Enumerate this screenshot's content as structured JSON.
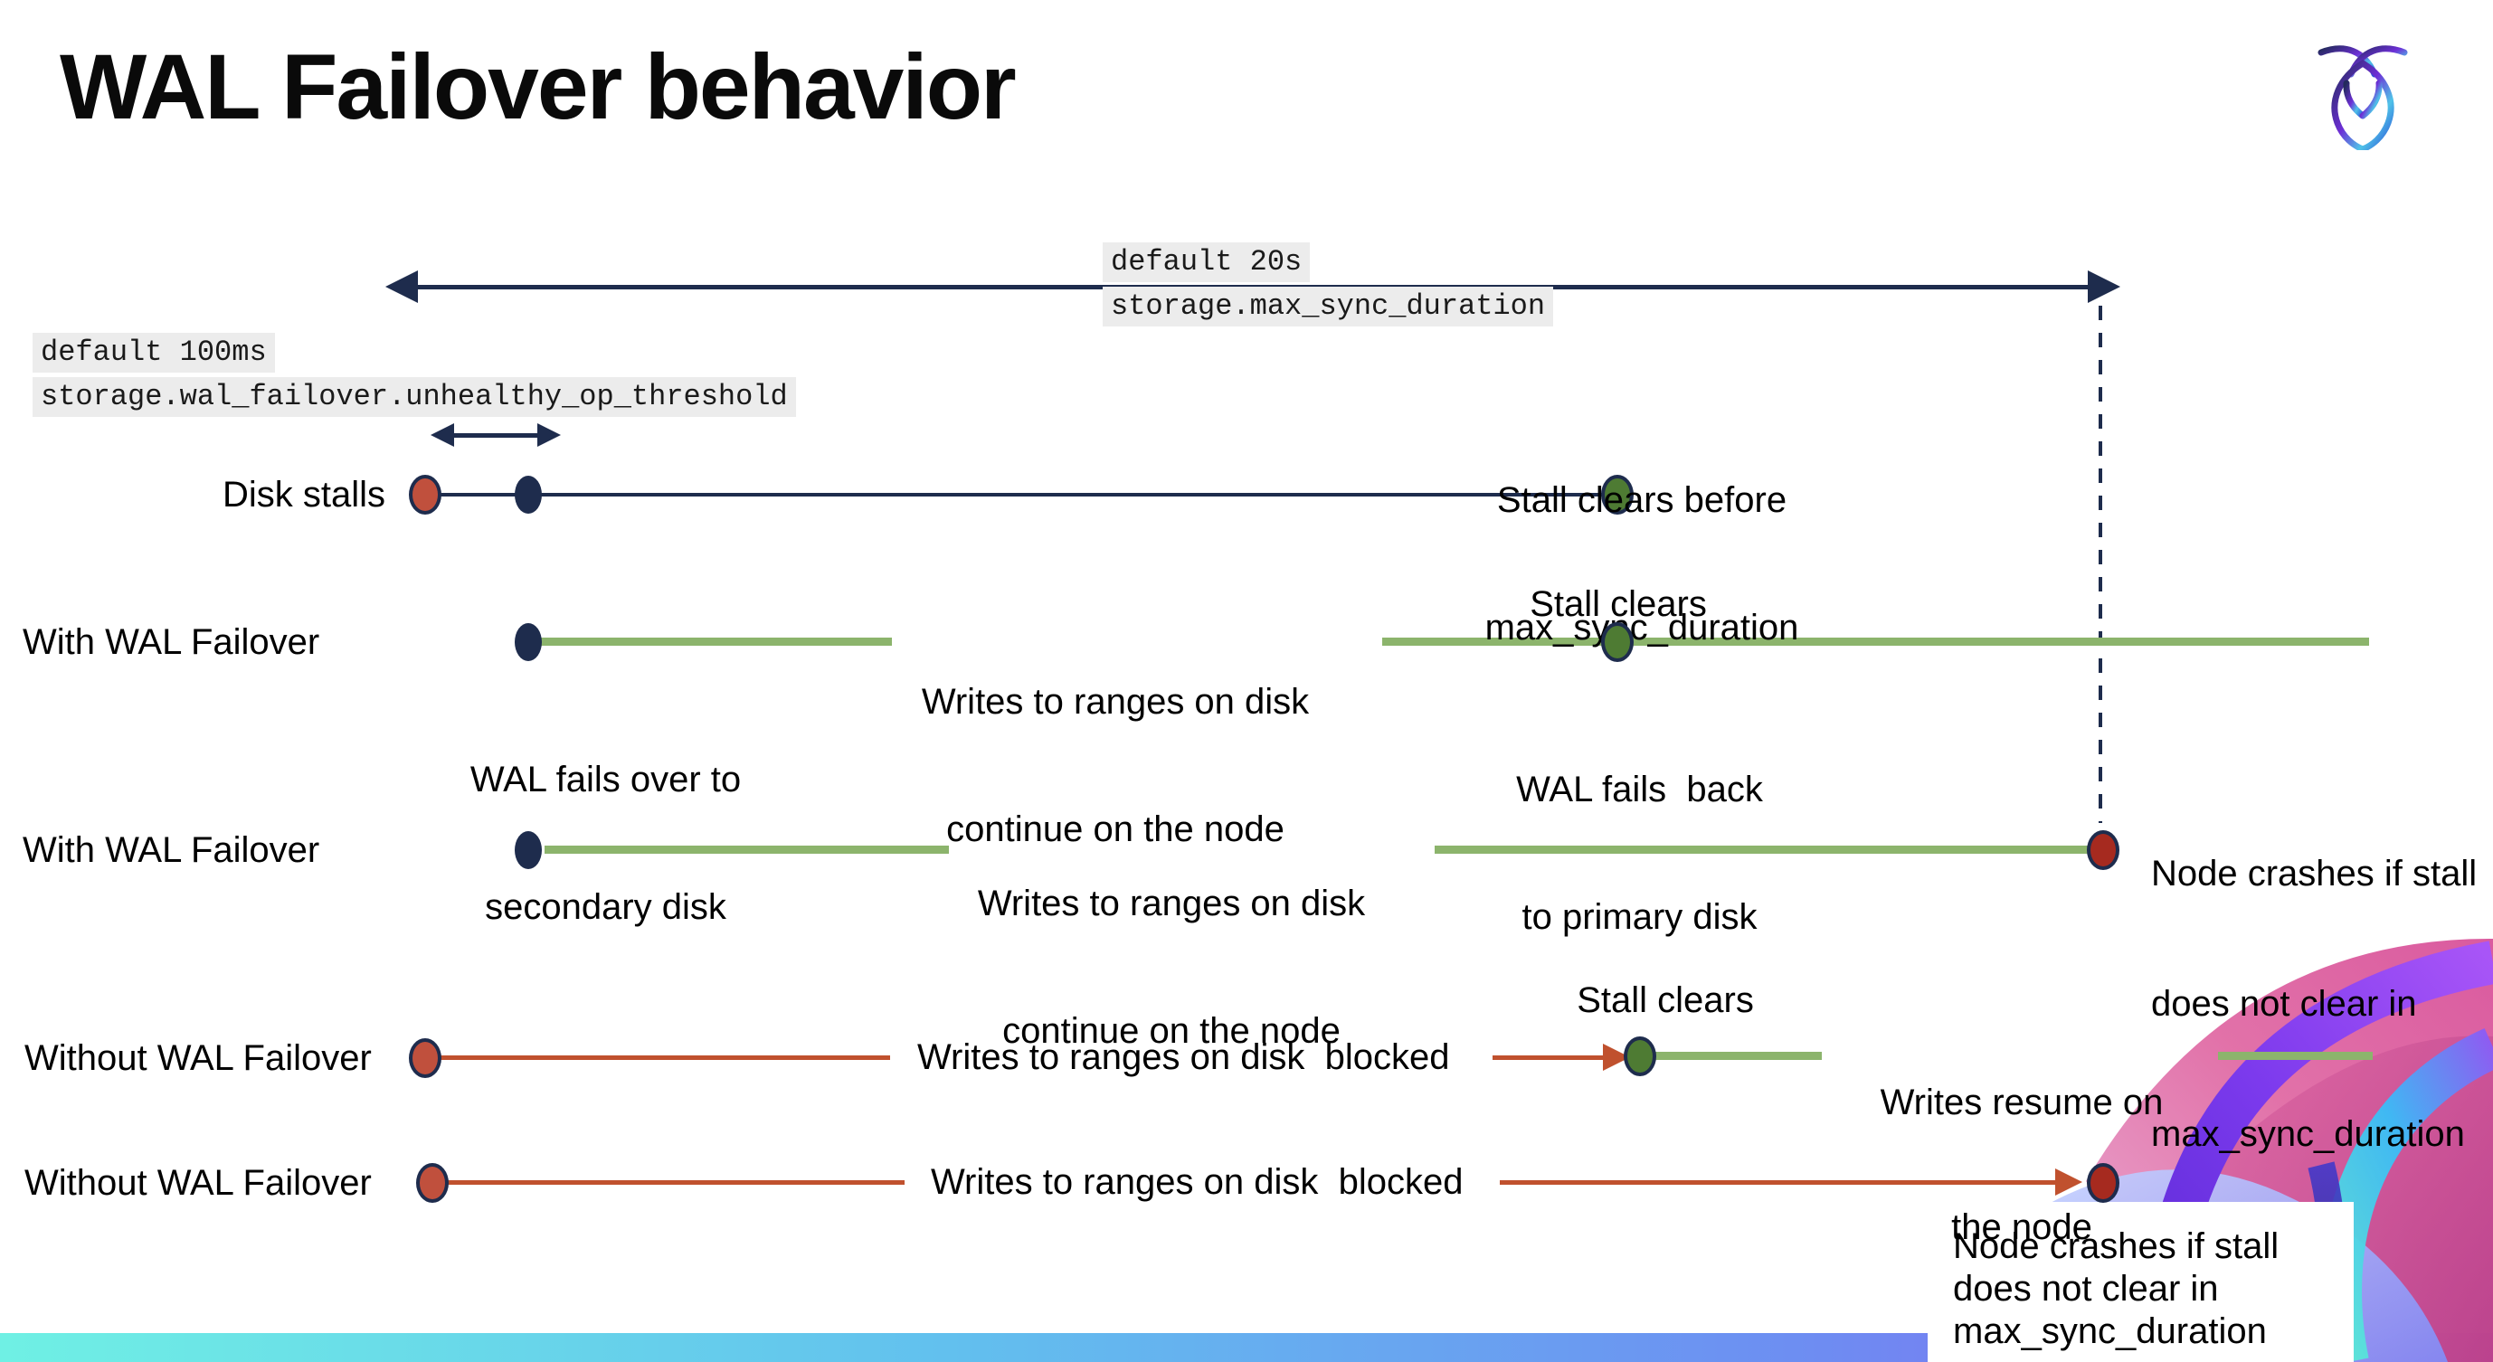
{
  "slide": {
    "title": "WAL Failover behavior"
  },
  "icons": {
    "logo": "cockroachdb-mark"
  },
  "annotations": {
    "max_sync_duration": {
      "default_line": "default 20s",
      "setting_line": "storage.max_sync_duration"
    },
    "unhealthy_op_threshold": {
      "default_line": "default 100ms",
      "setting_line": "storage.wal_failover.unhealthy_op_threshold"
    }
  },
  "rows": {
    "disk_stalls": {
      "label": "Disk stalls"
    },
    "with_wal_1": {
      "label": "With WAL Failover"
    },
    "with_wal_2": {
      "label": "With WAL Failover"
    },
    "without_wal_1": {
      "label": "Without WAL Failover"
    },
    "without_wal_2": {
      "label": "Without WAL Failover"
    }
  },
  "notes": {
    "stall_clears_before": {
      "line1": "Stall clears before",
      "line2": "max_sync_duration"
    },
    "writes_continue": {
      "line1": "Writes to ranges on disk",
      "line2": "continue on the node"
    },
    "stall_clears": "Stall clears",
    "wal_fails_over": {
      "line1": "WAL fails over to",
      "line2": "secondary disk"
    },
    "wal_fails_back": {
      "line1": "WAL fails  back",
      "line2": "to primary disk"
    },
    "node_crashes": {
      "line1": "Node crashes if stall",
      "line2": "does not clear in",
      "line3": "max_sync_duration"
    },
    "writes_blocked": "Writes to ranges on disk  blocked",
    "writes_resume": {
      "line1": "Writes resume on",
      "line2": "the node"
    }
  },
  "colors": {
    "navy": "#1e2c4d",
    "green_line": "#8cb46c",
    "green_dot": "#4e7b33",
    "red_line": "#c0512e",
    "red_dot_start": "#c0503d",
    "red_dot_crash": "#a62a1f",
    "code_bg": "#ececec",
    "bar_gradient_left": "#6ff0e4",
    "bar_gradient_mid": "#62c0ee",
    "bar_gradient_right": "#8a5cf0"
  }
}
